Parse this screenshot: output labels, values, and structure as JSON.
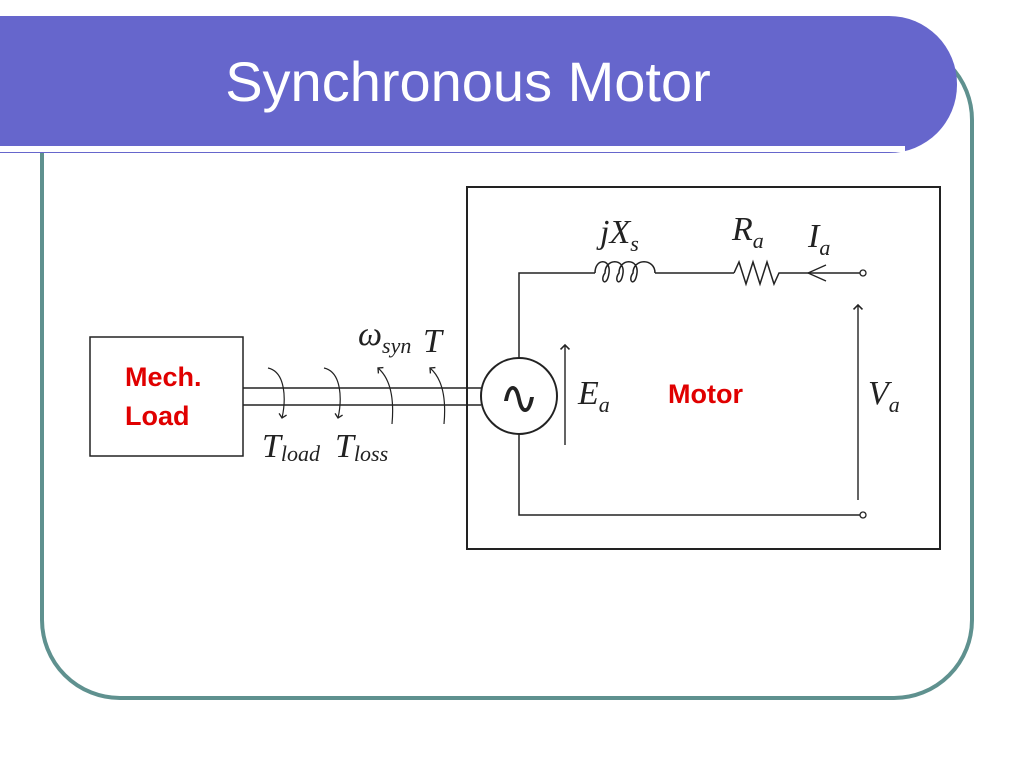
{
  "slide": {
    "title": "Synchronous Motor"
  },
  "diagram": {
    "load_label_line1": "Mech.",
    "load_label_line2": "Load",
    "motor_label": "Motor",
    "reactance": {
      "main": "jX",
      "sub": "s"
    },
    "resistance": {
      "main": "R",
      "sub": "a"
    },
    "current": {
      "main": "I",
      "sub": "a"
    },
    "emf": {
      "main": "E",
      "sub": "a"
    },
    "voltage": {
      "main": "V",
      "sub": "a"
    },
    "omega": {
      "main": "ω",
      "sub": "syn"
    },
    "torque": "T",
    "t_load": {
      "main": "T",
      "sub": "load"
    },
    "t_loss": {
      "main": "T",
      "sub": "loss"
    },
    "source_symbol": "∿",
    "colors": {
      "banner": "#6666cc",
      "frame": "#5f918f",
      "red_text": "#e00000"
    }
  }
}
